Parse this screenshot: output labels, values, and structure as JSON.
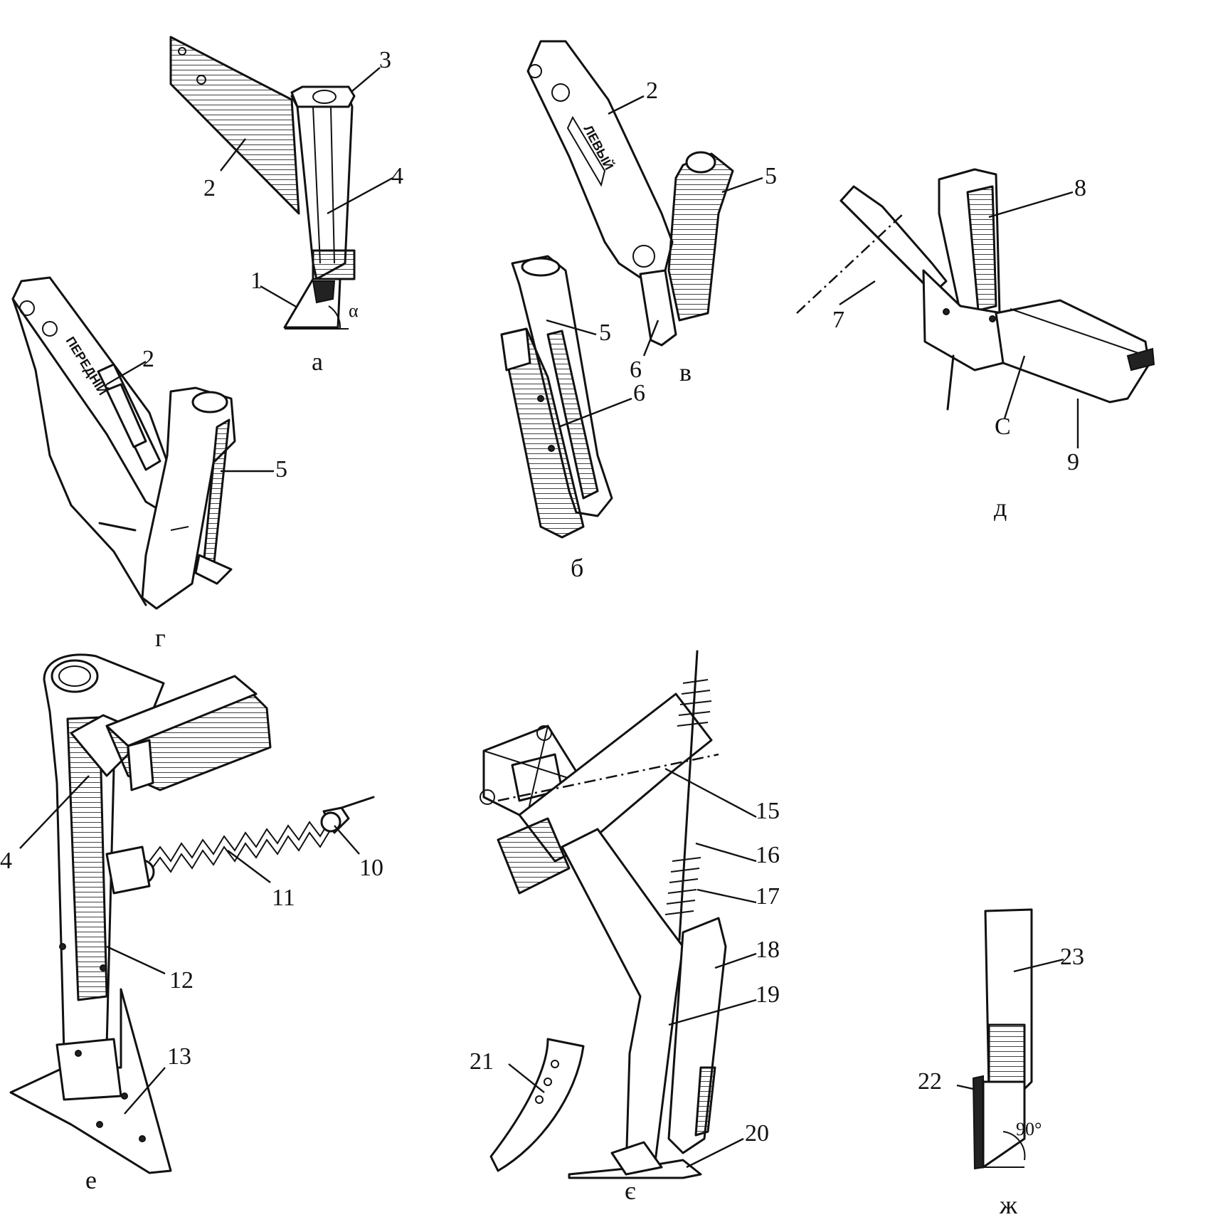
{
  "panels": {
    "a": {
      "caption": "а",
      "labels": [
        "1",
        "2",
        "3",
        "4"
      ],
      "angle": "α"
    },
    "b": {
      "caption": "б",
      "labels": [
        "5",
        "6"
      ]
    },
    "v": {
      "caption": "в",
      "labels": [
        "2",
        "5",
        "6"
      ]
    },
    "g": {
      "caption": "г",
      "labels": [
        "2",
        "5"
      ],
      "emboss": "ПЕРЕДНІЙ"
    },
    "d": {
      "caption": "д",
      "labels": [
        "7",
        "8",
        "9"
      ],
      "mark": "С"
    },
    "e": {
      "caption": "е",
      "labels": [
        "4",
        "10",
        "11",
        "12",
        "13"
      ]
    },
    "ye": {
      "caption": "є",
      "labels": [
        "15",
        "16",
        "17",
        "18",
        "19",
        "20",
        "21"
      ]
    },
    "zh": {
      "caption": "ж",
      "labels": [
        "22",
        "23"
      ],
      "angle": "90°"
    }
  }
}
